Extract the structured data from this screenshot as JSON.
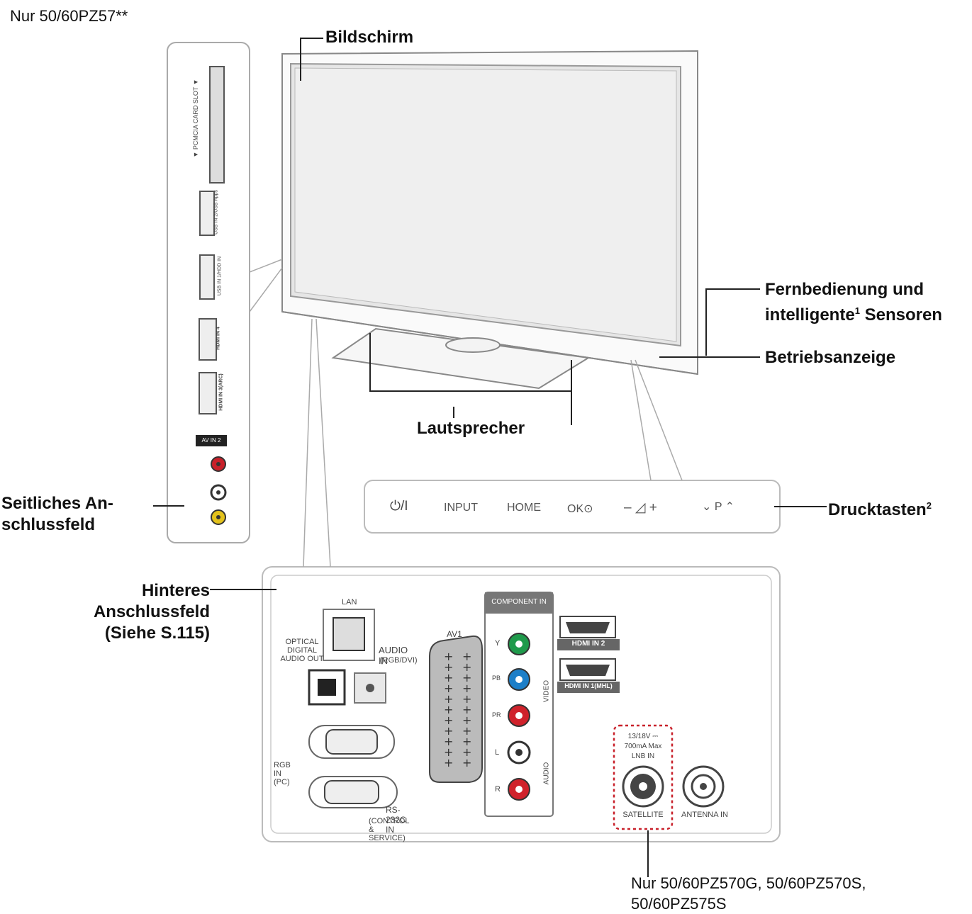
{
  "header_note": "Nur 50/60PZ57**",
  "callouts": {
    "screen": "Bildschirm",
    "remote_sensor_line1": "Fernbedienung und",
    "remote_sensor_line2": "intelligente",
    "remote_sensor_sup": "1",
    "remote_sensor_line2b": " Sensoren",
    "power_indicator": "Betriebsanzeige",
    "speaker": "Lautsprecher",
    "buttons": "Drucktasten",
    "buttons_sup": "2",
    "side_panel_line1": "Seitliches An-",
    "side_panel_line2": "schlussfeld",
    "rear_panel_line1": "Hinteres",
    "rear_panel_line2": "Anschlussfeld",
    "rear_panel_line3": "(Siehe S.115)"
  },
  "footnote": {
    "line1": "Nur 50/60PZ570G, 50/60PZ570S,",
    "line2": "50/60PZ575S"
  },
  "control_buttons": {
    "power": "⏻/I",
    "input": "INPUT",
    "home": "HOME",
    "ok": "OK⊙",
    "volume": "– ◿ +",
    "program": "⌄ P ⌃"
  },
  "side_panel_labels": {
    "pcmcia": "▼ PCMCIA CARD SLOT ▼",
    "usb2": "USB IN 2/USB Apps",
    "usb1": "USB IN 1/HDD IN",
    "hdmi4": "HDMI IN 4",
    "hdmi3": "HDMI IN 3(ARC)",
    "av_in2": "AV IN 2"
  },
  "rear_panel_labels": {
    "lan": "LAN",
    "optical_1": "OPTICAL",
    "optical_2": "DIGITAL",
    "optical_3": "AUDIO OUT",
    "audio_in_1": "AUDIO IN",
    "audio_in_2": "(RGB/DVI)",
    "av1": "AV1",
    "component_in": "COMPONENT IN",
    "y": "Y",
    "pb": "PB",
    "pr": "PR",
    "l": "L",
    "r": "R",
    "video": "VIDEO",
    "audio": "AUDIO",
    "hdmi_in2": "HDMI IN 2",
    "hdmi_in1": "HDMI IN 1(MHL)",
    "rgb_in": "RGB IN (PC)",
    "rs232_1": "RS-232C IN",
    "rs232_2": "(CONTROL & SERVICE)",
    "lnb_1": "13/18V ⎓",
    "lnb_2": "700mA Max",
    "lnb_3": "LNB IN",
    "satellite": "SATELLITE",
    "antenna": "ANTENNA IN"
  },
  "colors": {
    "component_y": "#1f9a4b",
    "component_pb": "#1d7fc8",
    "component_pr": "#d0222b",
    "audio_r": "#d0222b",
    "side_video": "#e3c21c",
    "side_audio_r": "#c8202a",
    "lnb_border": "#c8202a"
  }
}
